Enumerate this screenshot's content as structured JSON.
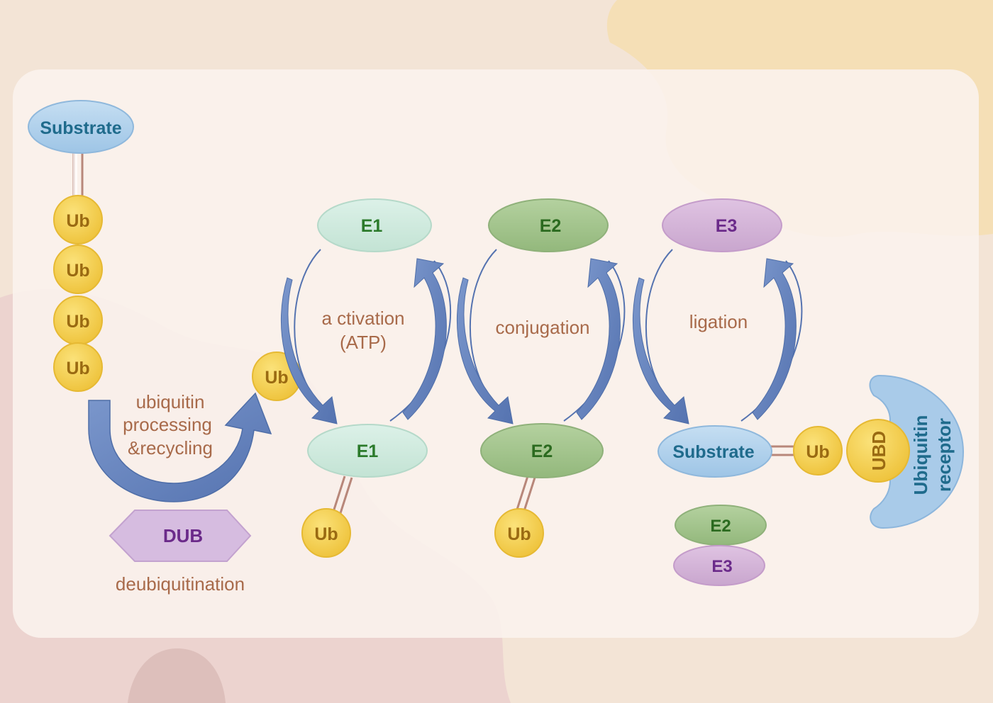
{
  "labels": {
    "substrate_top": "Substrate",
    "ub": "Ub",
    "e1": "E1",
    "e2": "E2",
    "e3": "E3",
    "dub": "DUB",
    "substrate_bottom": "Substrate",
    "ubd": "UBD",
    "receptor_line1": "Ubiquitin",
    "receptor_line2": "receptor"
  },
  "captions": {
    "recycling_line1": "ubiquitin",
    "recycling_line2": "processing",
    "recycling_line3": "&recycling",
    "deubiquitination": "deubiquitination",
    "activation_line1": "a ctivation",
    "activation_line2": "(ATP)",
    "conjugation": "conjugation",
    "ligation": "ligation"
  },
  "colors": {
    "background": "#f3e4d6",
    "panel": "#fbf3ee",
    "ub_fill": "#f4cf4a",
    "ub_text": "#9a6a12",
    "substrate_fill": "#b6d4ec",
    "substrate_text": "#1f6b8c",
    "e1_fill": "#d1ebdf",
    "e2_fill": "#a6c68f",
    "e3_fill": "#d6b6d9",
    "green_text": "#2b7a2b",
    "purple_text": "#6b2a8a",
    "arrow": "#6685bf",
    "caption": "#a86a4a"
  }
}
